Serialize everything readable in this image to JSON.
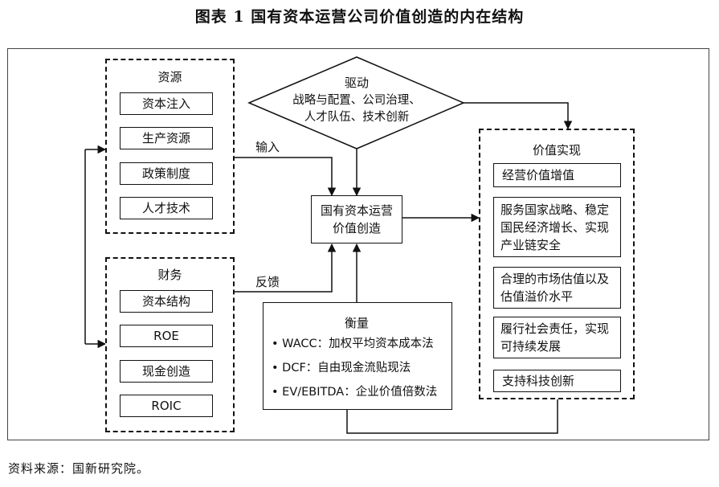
{
  "title": "图表 1  国有资本运营公司价值创造的内在结构",
  "resources": {
    "title": "资源",
    "items": [
      "资本注入",
      "生产资源",
      "政策制度",
      "人才技术"
    ]
  },
  "finance": {
    "title": "财务",
    "items": [
      "资本结构",
      "ROE",
      "现金创造",
      "ROIC"
    ]
  },
  "driver": {
    "title": "驱动",
    "line1": "战略与配置、公司治理、",
    "line2": "人才队伍、技术创新"
  },
  "center": {
    "line1": "国有资本运营",
    "line2": "价值创造"
  },
  "labels": {
    "input": "输入",
    "feedback": "反馈"
  },
  "measure": {
    "title": "衡量",
    "items": [
      "• WACC：加权平均资本成本法",
      "• DCF：自由现金流贴现法",
      "• EV/EBITDA：企业价值倍数法"
    ]
  },
  "value": {
    "title": "价值实现",
    "items": [
      "经营价值增值",
      "服务国家战略、稳定国民经济增长、实现产业链安全",
      "合理的市场估值以及估值溢价水平",
      "履行社会责任，实现可持续发展",
      "支持科技创新"
    ]
  },
  "source": "资料来源：国新研究院。"
}
